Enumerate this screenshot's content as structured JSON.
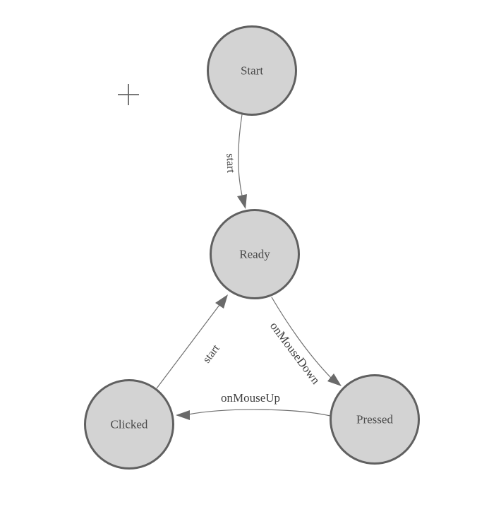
{
  "diagram": {
    "title": "mouse-state-machine",
    "colors": {
      "background": "#ffffff",
      "node_fill": "#d3d3d3",
      "node_stroke": "#606060",
      "edge_stroke": "#707070",
      "arrow_fill": "#6a6a6a",
      "node_label_color": "#4a4a4a",
      "edge_label_color": "#404040",
      "crosshair_color": "#666666"
    },
    "nodes": [
      {
        "id": "start",
        "label": "Start"
      },
      {
        "id": "ready",
        "label": "Ready"
      },
      {
        "id": "clicked",
        "label": "Clicked"
      },
      {
        "id": "pressed",
        "label": "Pressed"
      }
    ],
    "edges": [
      {
        "from": "Start",
        "to": "Ready",
        "label": "start"
      },
      {
        "from": "Clicked",
        "to": "Ready",
        "label": "start"
      },
      {
        "from": "Ready",
        "to": "Pressed",
        "label": "onMouseDown"
      },
      {
        "from": "Pressed",
        "to": "Clicked",
        "label": "onMouseUp"
      }
    ],
    "cursor": {
      "icon": "crosshair-plus-icon"
    }
  }
}
